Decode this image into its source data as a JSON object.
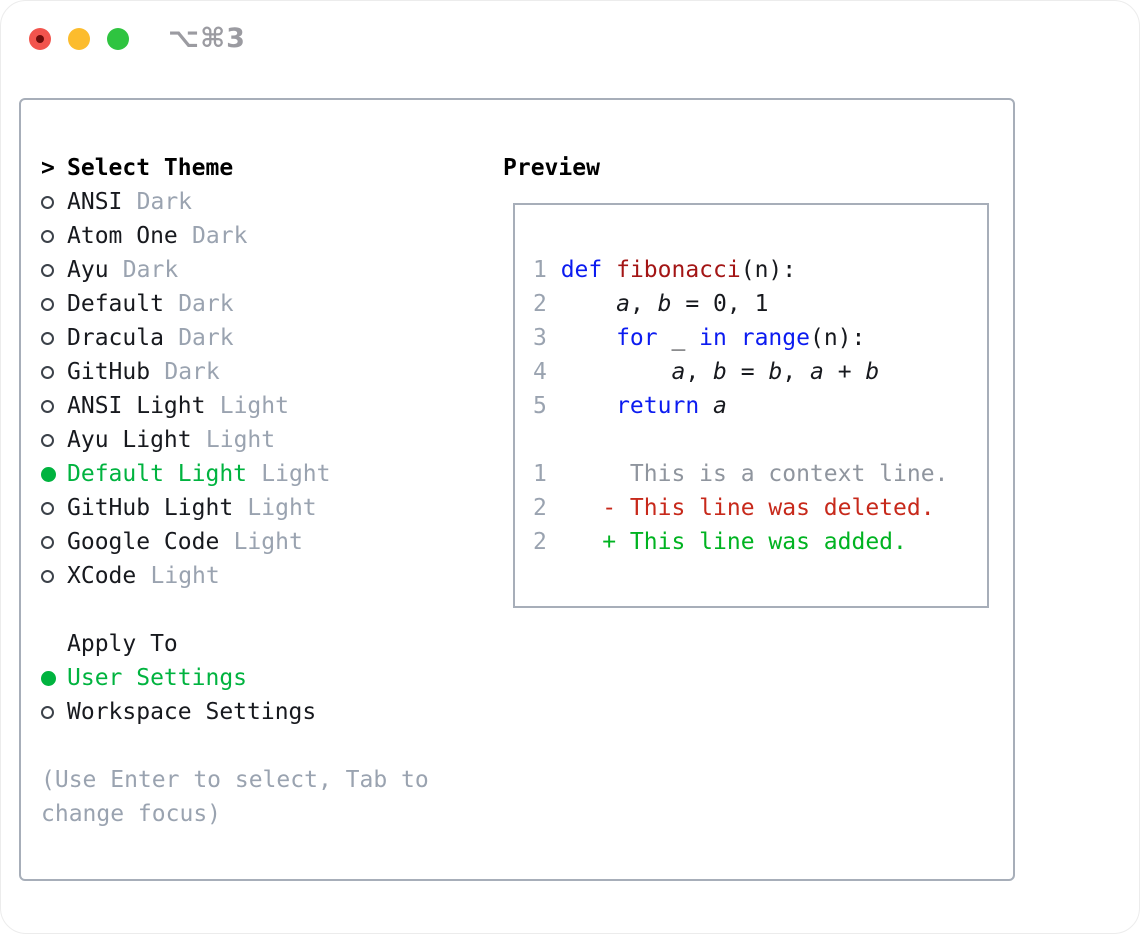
{
  "window": {
    "shortcut_label": "⌥⌘3",
    "traffic_lights": [
      "close",
      "minimize",
      "zoom"
    ]
  },
  "colors": {
    "accent_green": "#00b33f",
    "keyword_blue": "#0b1bf0",
    "function_red": "#a31515",
    "deleted_red": "#c7291b",
    "added_green": "#00b321",
    "muted_gray": "#9aa3b0",
    "border_gray": "#a7aeb9",
    "traffic_red": "#f2544d",
    "traffic_yellow": "#fcbc2d",
    "traffic_green": "#2fc440"
  },
  "theme_panel": {
    "cursor": ">",
    "title": "Select Theme",
    "themes": [
      {
        "name": "ANSI",
        "variant": "Dark",
        "selected": false
      },
      {
        "name": "Atom One",
        "variant": "Dark",
        "selected": false
      },
      {
        "name": "Ayu",
        "variant": "Dark",
        "selected": false
      },
      {
        "name": "Default",
        "variant": "Dark",
        "selected": false
      },
      {
        "name": "Dracula",
        "variant": "Dark",
        "selected": false
      },
      {
        "name": "GitHub",
        "variant": "Dark",
        "selected": false
      },
      {
        "name": "ANSI Light",
        "variant": "Light",
        "selected": false
      },
      {
        "name": "Ayu Light",
        "variant": "Light",
        "selected": false
      },
      {
        "name": "Default Light",
        "variant": "Light",
        "selected": true
      },
      {
        "name": "GitHub Light",
        "variant": "Light",
        "selected": false
      },
      {
        "name": "Google Code",
        "variant": "Light",
        "selected": false
      },
      {
        "name": "XCode",
        "variant": "Light",
        "selected": false
      }
    ],
    "apply_to": {
      "title": "Apply To",
      "options": [
        {
          "label": "User Settings",
          "selected": true
        },
        {
          "label": "Workspace Settings",
          "selected": false
        }
      ]
    },
    "help_text": "(Use Enter to select, Tab to change focus)"
  },
  "preview": {
    "title": "Preview",
    "code_lines": [
      {
        "num": "1",
        "tokens": [
          {
            "text": "def",
            "style": "keyword"
          },
          {
            "text": " ",
            "style": "plain"
          },
          {
            "text": "fibonacci",
            "style": "function"
          },
          {
            "text": "(n):",
            "style": "plain"
          }
        ]
      },
      {
        "num": "2",
        "tokens": [
          {
            "text": "    ",
            "style": "plain"
          },
          {
            "text": "a",
            "style": "variable"
          },
          {
            "text": ", ",
            "style": "plain"
          },
          {
            "text": "b",
            "style": "variable"
          },
          {
            "text": " = 0, 1",
            "style": "plain"
          }
        ]
      },
      {
        "num": "3",
        "tokens": [
          {
            "text": "    ",
            "style": "plain"
          },
          {
            "text": "for",
            "style": "keyword"
          },
          {
            "text": " _ ",
            "style": "plain"
          },
          {
            "text": "in",
            "style": "keyword"
          },
          {
            "text": " ",
            "style": "plain"
          },
          {
            "text": "range",
            "style": "keyword"
          },
          {
            "text": "(n):",
            "style": "plain"
          }
        ]
      },
      {
        "num": "4",
        "tokens": [
          {
            "text": "        ",
            "style": "plain"
          },
          {
            "text": "a",
            "style": "variable"
          },
          {
            "text": ", ",
            "style": "plain"
          },
          {
            "text": "b",
            "style": "variable"
          },
          {
            "text": " = ",
            "style": "plain"
          },
          {
            "text": "b",
            "style": "variable"
          },
          {
            "text": ", ",
            "style": "plain"
          },
          {
            "text": "a",
            "style": "variable"
          },
          {
            "text": " + ",
            "style": "plain"
          },
          {
            "text": "b",
            "style": "variable"
          }
        ]
      },
      {
        "num": "5",
        "tokens": [
          {
            "text": "    ",
            "style": "plain"
          },
          {
            "text": "return",
            "style": "keyword"
          },
          {
            "text": " ",
            "style": "plain"
          },
          {
            "text": "a",
            "style": "variable"
          }
        ]
      }
    ],
    "diff_lines": [
      {
        "num": "1",
        "text": "     This is a context line.",
        "style": "context"
      },
      {
        "num": "2",
        "text": "   - This line was deleted.",
        "style": "deleted"
      },
      {
        "num": "2",
        "text": "   + This line was added.",
        "style": "added"
      }
    ]
  }
}
